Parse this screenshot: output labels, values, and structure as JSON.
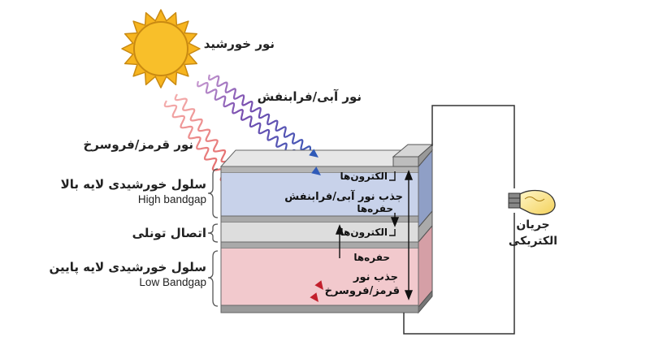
{
  "labels": {
    "sunlight": "نور خورشید",
    "blue_light": "نور آبی/فرابنفش",
    "red_light": "نور قرمز/فروسرخ",
    "top_cell_fa": "سلول خورشیدی لایه بالا",
    "top_cell_en": "High bandgap",
    "tunnel_junction": "اتصال تونلی",
    "bottom_cell_fa": "سلول خورشیدی لایه پایین",
    "bottom_cell_en": "Low Bandgap",
    "electrons_top": "الکترون‌ها",
    "blue_absorb": "جذب نور آبی/فرابنفش",
    "holes_top": "حفره‌ها",
    "electrons_tunnel": "الکترون‌ها",
    "holes_bottom": "حفره‌ها",
    "red_absorb_line1": "جذب نور",
    "red_absorb_line2": "قرمز/فروسرخ",
    "current_line1": "جریان",
    "current_line2": "الکتریکی"
  },
  "icons": {
    "sun": "sun-icon",
    "bulb": "light-bulb-icon"
  },
  "colors": {
    "sun_fill": "#f7b51f",
    "sun_stroke": "#c98a12",
    "top_layer": "#c8d2ea",
    "tunnel_layer": "#dddddd",
    "bottom_layer": "#f2c9cd",
    "blue_wave": "#3d5fb5",
    "red_wave": "#d23a3a"
  }
}
